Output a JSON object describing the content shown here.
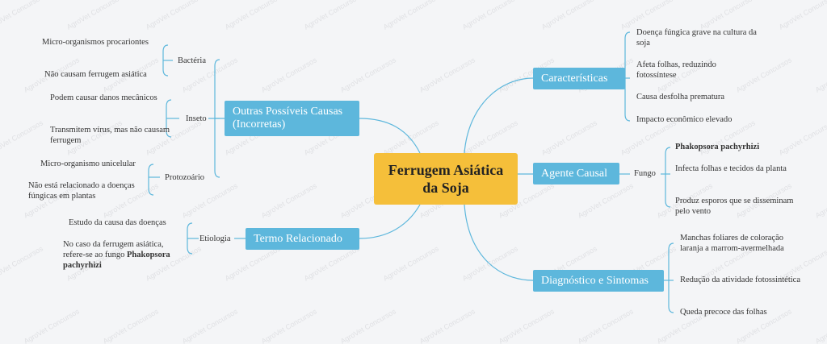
{
  "watermark": "AgroVet Concursos",
  "root": {
    "line1": "Ferrugem Asiática",
    "line2": "da Soja"
  },
  "branches": {
    "outras": {
      "line1": "Outras Possíveis Causas",
      "line2": "(Incorretas)",
      "groups": {
        "bacteria": {
          "label": "Bactéria",
          "items": [
            "Micro-organismos procariontes",
            "Não causam ferrugem asiática"
          ]
        },
        "inseto": {
          "label": "Inseto",
          "items": [
            "Podem causar danos mecânicos",
            "Transmitem vírus, mas não causam",
            "ferrugem"
          ]
        },
        "protozoario": {
          "label": "Protozoário",
          "items": [
            "Micro-organismo unicelular",
            "Não está relacionado a doenças",
            "fúngicas em plantas"
          ]
        }
      }
    },
    "termo": {
      "label": "Termo Relacionado",
      "group": "Etiologia",
      "items": [
        "Estudo da causa das doenças",
        "No caso da ferrugem asiática,",
        "refere-se ao fungo",
        "Phakopsora",
        "pachyrhizi"
      ]
    },
    "caracteristicas": {
      "label": "Características",
      "items": [
        "Doença fúngica grave na cultura da",
        "soja",
        "Afeta folhas, reduzindo",
        "fotossíntese",
        "Causa desfolha prematura",
        "Impacto econômico elevado"
      ]
    },
    "agente": {
      "label": "Agente Causal",
      "group": "Fungo",
      "items": [
        "Phakopsora pachyrhizi",
        "Infecta folhas e tecidos da planta",
        "Produz esporos que se disseminam",
        "pelo vento"
      ]
    },
    "diagnostico": {
      "label": "Diagnóstico e Sintomas",
      "items": [
        "Manchas foliares de coloração",
        "laranja a marrom-avermelhada",
        "Redução da atividade fotossintética",
        "Queda precoce das folhas"
      ]
    }
  }
}
